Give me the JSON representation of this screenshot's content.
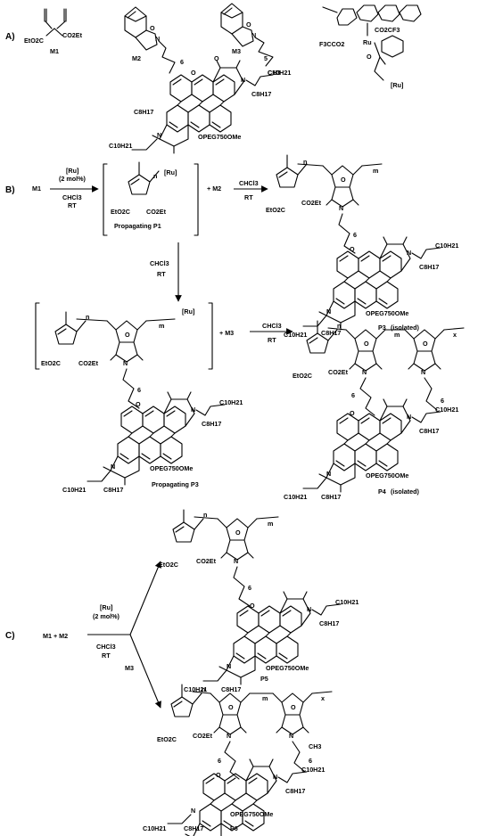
{
  "sections": {
    "a": "A)",
    "b": "B)",
    "c": "C)"
  },
  "monomers": {
    "m1": "M1",
    "m2": "M2",
    "m3": "M3"
  },
  "substituents": {
    "ester_left": "EtO2C",
    "ester_right": "CO2Et",
    "c10": "C10H21",
    "c8": "C8H17",
    "peg": "OPEG750OMe",
    "ch3": "CH3",
    "chain6": "6",
    "chain5": "5",
    "catalyst_tfa": "F3CCO2",
    "catalyst_co2cf3": "CO2CF3",
    "ru": "Ru",
    "ru_bracket": "[Ru]",
    "n": "n",
    "m": "m",
    "x": "x",
    "plus": "+"
  },
  "conditions": {
    "catalyst": "[Ru]",
    "loading": "(2 mol%)",
    "solvent": "CHCl3",
    "temp": "RT",
    "add_m2": "+ M2",
    "add_m3": "+ M3",
    "m1_plus_m2": "M1 + M2"
  },
  "products": {
    "p1": "Propagating P1",
    "p3": "P3",
    "p3_note": "(isolated)",
    "prop_p3": "Propagating P3",
    "p4": "P4",
    "p4_note": "(isolated)",
    "p5": "P5",
    "p6": "P6"
  }
}
